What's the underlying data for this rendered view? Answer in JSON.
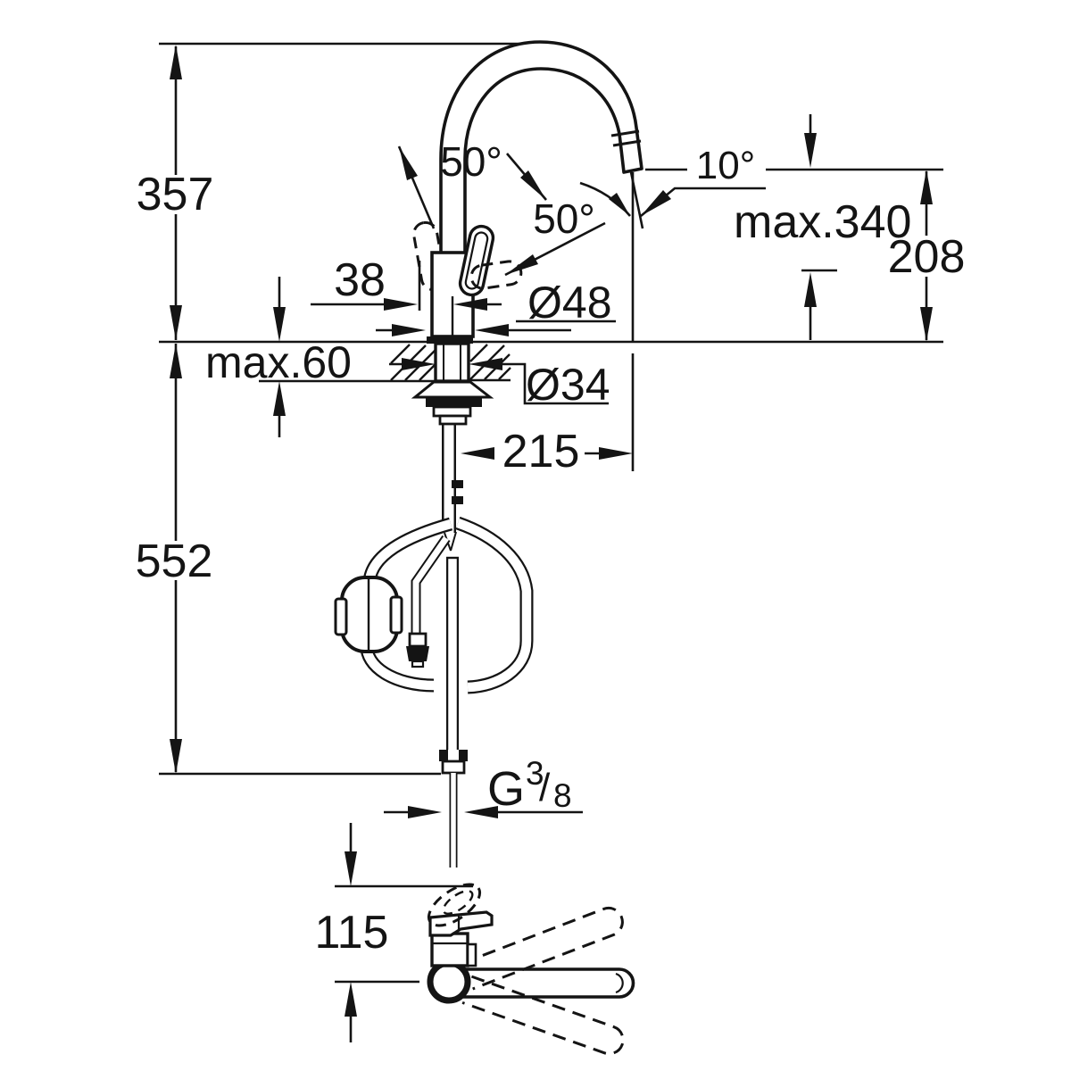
{
  "drawing": {
    "colors": {
      "line": "#141414",
      "background": "#ffffff"
    },
    "labels": {
      "height_above_counter": "357",
      "height_below_counter": "552",
      "handle_angle_left": "50°",
      "handle_angle_right": "50°",
      "spout_tip_angle": "10°",
      "max_pullout": "max.340",
      "outlet_height": "208",
      "offset_38": "38",
      "body_diameter": "Ø48",
      "max_counter_thickness": "max.60",
      "hole_diameter": "Ø34",
      "spout_reach": "215",
      "thread_letter": "G",
      "thread_numerator": "3",
      "thread_slash": "/",
      "thread_denominator": "8",
      "base_depth": "115"
    }
  }
}
